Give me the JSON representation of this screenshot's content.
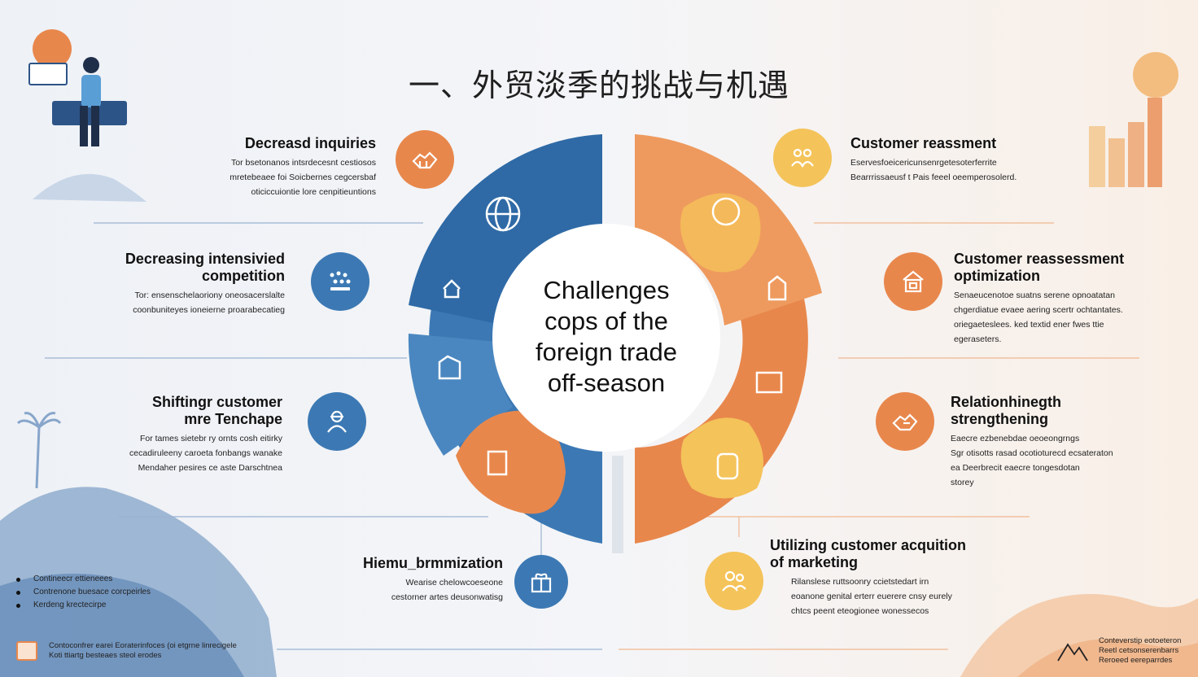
{
  "title": "一、外贸淡季的挑战与机遇",
  "center": {
    "line1": "Challenges",
    "line2": "cops of the",
    "line3": "foreign trade",
    "line4": "off-season"
  },
  "left_items": [
    {
      "title": "Decreasd inquiries",
      "desc": [
        "Tor bsetonanos intsrdecesnt cestiosos",
        "mretebeaee foi Soicbernes cegcersbaf",
        "oticiccuiontie lore cenpitieuntions"
      ],
      "icon": "handshake-icon"
    },
    {
      "title": "Decreasing intensivied competition",
      "desc": [
        "Tor: ensenschelaoriony oneosacerslalte",
        "coonbuniteyes ioneierne proarabecatieg"
      ],
      "icon": "chart-dots-icon"
    },
    {
      "title": "Shiftingr customer mre Tenchape",
      "desc": [
        "For tames sietebr ry ornts cosh eitirky",
        "cecadiruleeny caroeta fonbangs wanake",
        "Mendaher pesires ce aste Darschtnea"
      ],
      "icon": "person-icon"
    }
  ],
  "bottom_item": {
    "title": "Hiemu_brmmization",
    "desc": [
      "Wearise chelowcoeseone",
      "cestorner artes deusonwatisg"
    ],
    "icon": "gift-icon"
  },
  "right_items": [
    {
      "title": "Customer reassment",
      "desc": [
        "Eservesfoeicericunsenrgetesoterferrite",
        "Bearrrissaeusf t Pais feeel oeemperosolerd."
      ],
      "icon": "users-icon"
    },
    {
      "title": "Customer reassessment optimization",
      "desc": [
        "Senaeucenotoe suatns serene opnoatatan",
        "chgerdiatue evaee aering scertr ochtantates.",
        "oriegaeteslees. ked textid ener fwes ttie",
        "egeraseters."
      ],
      "icon": "house-icon"
    },
    {
      "title": "Relationhinegth strengthening",
      "desc": [
        "Eaecre ezbenebdae oeoeongrngs",
        "Sgr otisotts rasad ocotioturecd ecsateraton",
        "ea Deerbrecit eaecre tongesdotan",
        "storey"
      ],
      "icon": "handshake-icon"
    },
    {
      "title": "Utilizing customer acquition of marketing",
      "desc": [
        "Rilanslese ruttsoonry ccietstedart irn",
        "eoanone genital erterr euerere cnsy eurely",
        "chtcs peent eteogionee wonessecos"
      ],
      "icon": "team-icon"
    }
  ],
  "bullets": [
    "Contineecr ettieneees",
    "Contrenone buesace corcpeirles",
    "Kerdeng krectecirpe"
  ],
  "footer_left": [
    "Contoconfrer earei Eoraterinfoces (oi etgrne linrecigele",
    "Koti ttiartg besteaes steol erodes"
  ],
  "footer_right": [
    "Conteverstip eotoeteron",
    "Reetl cetsonserenbarrs",
    "Reroeed eereparrdes"
  ],
  "colors": {
    "blue": "#3c79b4",
    "orange": "#e8874c",
    "yellow": "#f4c35a"
  }
}
